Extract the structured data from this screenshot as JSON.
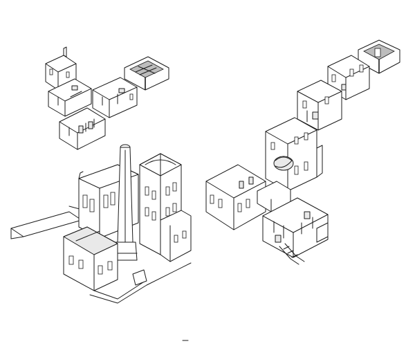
{
  "drawing": {
    "kind": "isometric exploded architectural line drawing",
    "line_color": "#1a1a1a",
    "background": "#ffffff",
    "components": [
      "cutaway-floor-plan-cluster-upper-left",
      "assembled-mill-building-with-chimney",
      "exploded-floor-sections-chain-right",
      "lower-cutaway-floor-right"
    ]
  }
}
